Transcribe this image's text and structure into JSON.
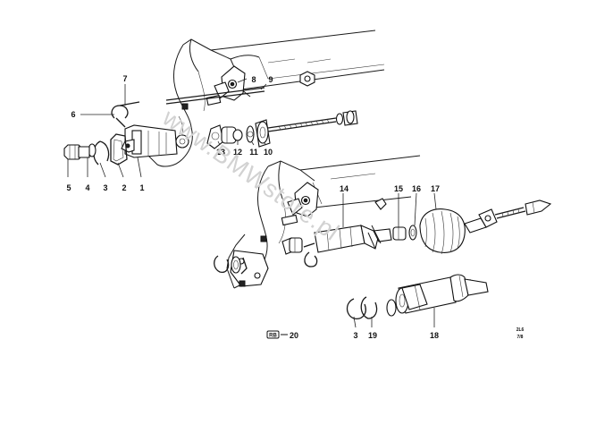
{
  "callouts": [
    "1",
    "2",
    "3",
    "4",
    "5",
    "6",
    "7",
    "8",
    "9",
    "10",
    "11",
    "12",
    "13",
    "14",
    "15",
    "16",
    "17",
    "18",
    "19",
    "3"
  ],
  "reference": {
    "badge": "RB",
    "number": "20"
  },
  "corner_code": {
    "line1": "2L6",
    "line2": "7/8"
  },
  "watermark": "www.BMWstore.pl"
}
